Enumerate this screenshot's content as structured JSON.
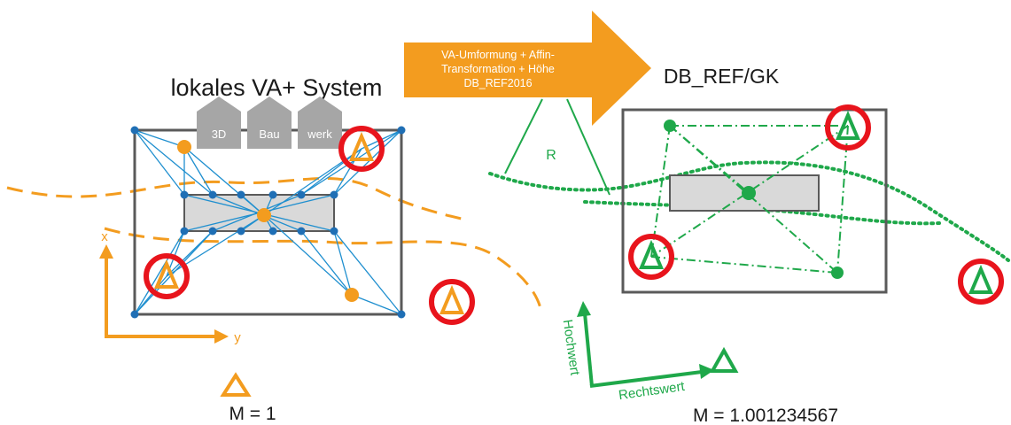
{
  "colors": {
    "orange": "#F39C1F",
    "green": "#1FA84A",
    "red": "#E8141C",
    "blue": "#1F6FB5",
    "gray_frame": "#5A5A5A",
    "gray_fill": "#D9D9D9",
    "gray_house": "#A6A6A6"
  },
  "left": {
    "title": "lokales VA+ System",
    "houses": [
      "3D",
      "Bau",
      "werk"
    ],
    "axis_x": "x",
    "axis_y": "y",
    "scale": "M = 1"
  },
  "arrow": {
    "line1": "VA-Umformung + Affin-",
    "line2": "Transformation + Höhe",
    "line3": "DB_REF2016"
  },
  "right": {
    "title": "DB_REF/GK",
    "radius_label": "R",
    "axis_north": "Hochwert",
    "axis_east": "Rechtswert",
    "scale": "M = 1.001234567"
  },
  "icons": {
    "control_point": "triangle-icon",
    "marked": "red-circle-icon",
    "network_node": "blue-dot-icon"
  }
}
